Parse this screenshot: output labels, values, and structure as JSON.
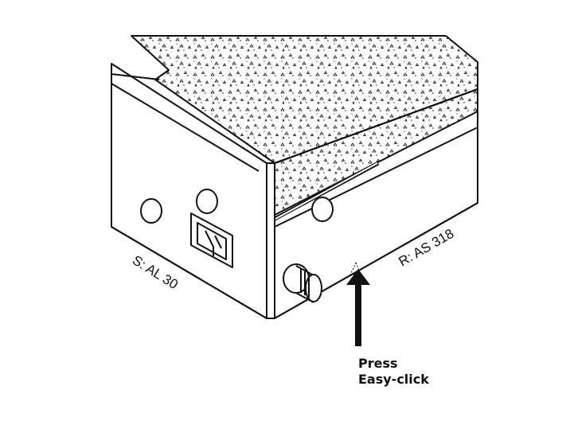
{
  "labels": {
    "left_side": "S: AL 30",
    "right_side": "R: AS 318",
    "instruction_line1": "Press",
    "instruction_line2": "Easy-click"
  },
  "colors": {
    "ink": "#111111",
    "background": "#ffffff"
  }
}
